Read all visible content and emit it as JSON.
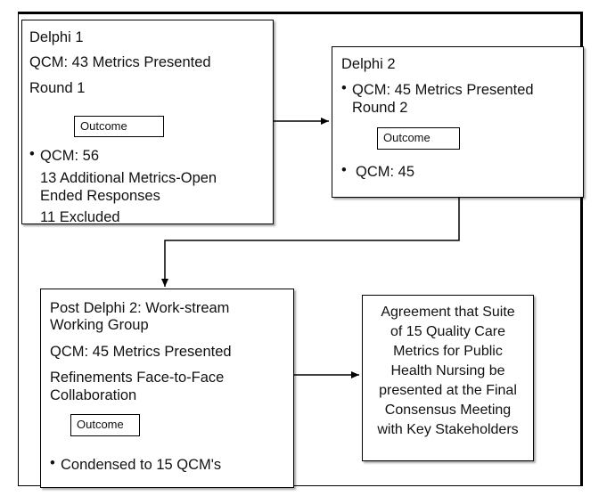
{
  "delphi1": {
    "title": "Delphi 1",
    "qcm_presented": "QCM: 43 Metrics Presented",
    "round": "Round 1",
    "outcome_label": "Outcome",
    "result_bullet": "•",
    "result": "QCM: 56",
    "additional_line1": "13 Additional Metrics-Open",
    "additional_line2": "Ended Responses",
    "excluded": "11 Excluded"
  },
  "delphi2": {
    "title": "Delphi 2",
    "bullet": "•",
    "qcm_presented": "QCM: 45 Metrics Presented",
    "round": "Round 2",
    "outcome_label": "Outcome",
    "result_bullet": "•",
    "result": "QCM: 45"
  },
  "post_delphi2": {
    "title_line1": "Post Delphi 2: Work-stream",
    "title_line2": "Working Group",
    "qcm_presented": "QCM: 45 Metrics Presented",
    "refine_line1": "Refinements Face-to-Face",
    "refine_line2": "Collaboration",
    "outcome_label": "Outcome",
    "result_bullet": "•",
    "result": "Condensed to 15 QCM's"
  },
  "agreement": {
    "line1": "Agreement that Suite",
    "line2": "of 15 Quality Care",
    "line3": "Metrics for Public",
    "line4": "Health Nursing be",
    "line5": "presented at the Final",
    "line6": "Consensus Meeting",
    "line7": "with Key Stakeholders"
  }
}
